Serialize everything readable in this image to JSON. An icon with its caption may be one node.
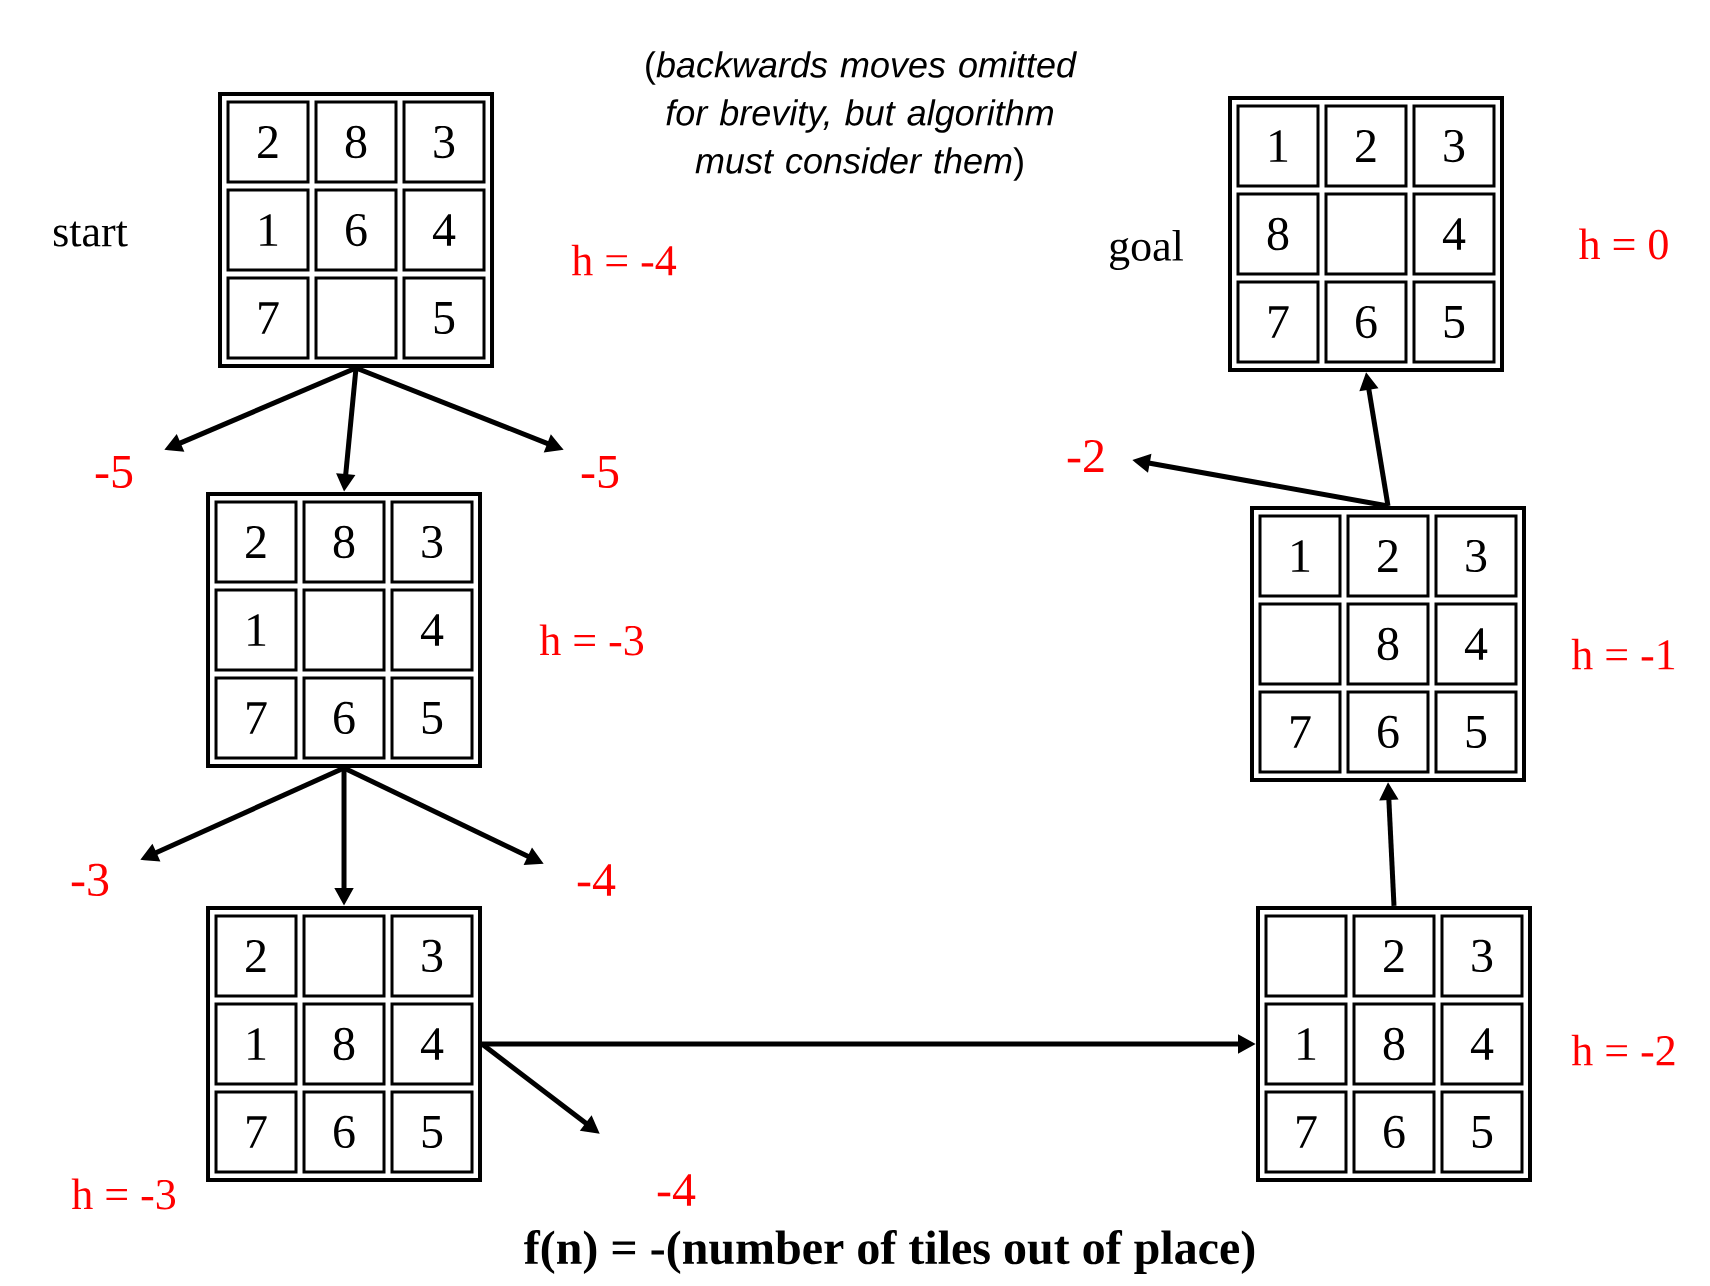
{
  "diagram": {
    "caption": "f(n) = -(number of tiles out of place)",
    "nodes": [
      {
        "text": [],
        "shape": "box",
        "beside": [
          "start",
          "h = -4"
        ]
      },
      {
        "text": [
          "2"
        ],
        "in": 0
      },
      {
        "text": [
          "8"
        ],
        "in": 0
      },
      {
        "text": [
          "3"
        ],
        "in": 0
      },
      {
        "text": [
          "1"
        ],
        "in": 0
      },
      {
        "text": [
          "6"
        ],
        "in": 0
      },
      {
        "text": [
          "4"
        ],
        "in": 0
      },
      {
        "text": [
          "7"
        ],
        "in": 0
      },
      {
        "text": [],
        "shape": "box",
        "in": 0
      },
      {
        "text": [
          "5"
        ],
        "in": 0
      },
      {
        "text": [],
        "shape": "box",
        "beside": [
          "h = -3"
        ]
      },
      {
        "text": [
          "2"
        ],
        "in": 10
      },
      {
        "text": [
          "8"
        ],
        "in": 10
      },
      {
        "text": [
          "3"
        ],
        "in": 10
      },
      {
        "text": [
          "1"
        ],
        "in": 10
      },
      {
        "text": [],
        "shape": "box",
        "in": 10
      },
      {
        "text": [
          "4"
        ],
        "in": 10
      },
      {
        "text": [
          "7"
        ],
        "in": 10
      },
      {
        "text": [
          "6"
        ],
        "in": 10
      },
      {
        "text": [
          "5"
        ],
        "in": 10
      },
      {
        "text": [],
        "shape": "box",
        "beside": [
          "h = -3"
        ]
      },
      {
        "text": [
          "2"
        ],
        "in": 20
      },
      {
        "text": [],
        "shape": "box",
        "in": 20
      },
      {
        "text": [
          "3"
        ],
        "in": 20
      },
      {
        "text": [
          "1"
        ],
        "in": 20
      },
      {
        "text": [
          "8"
        ],
        "in": 20
      },
      {
        "text": [
          "4"
        ],
        "in": 20
      },
      {
        "text": [
          "7"
        ],
        "in": 20
      },
      {
        "text": [
          "6"
        ],
        "in": 20
      },
      {
        "text": [
          "5"
        ],
        "in": 20
      },
      {
        "text": [],
        "shape": "box",
        "beside": [
          "h = -2"
        ]
      },
      {
        "text": [],
        "shape": "box",
        "in": 30
      },
      {
        "text": [
          "2"
        ],
        "in": 30
      },
      {
        "text": [
          "3"
        ],
        "in": 30
      },
      {
        "text": [
          "1"
        ],
        "in": 30
      },
      {
        "text": [
          "8"
        ],
        "in": 30
      },
      {
        "text": [
          "4"
        ],
        "in": 30
      },
      {
        "text": [
          "7"
        ],
        "in": 30
      },
      {
        "text": [
          "6"
        ],
        "in": 30
      },
      {
        "text": [
          "5"
        ],
        "in": 30
      },
      {
        "text": [],
        "shape": "box",
        "beside": [
          "h = -1"
        ]
      },
      {
        "text": [
          "1"
        ],
        "in": 40
      },
      {
        "text": [
          "2"
        ],
        "in": 40
      },
      {
        "text": [
          "3"
        ],
        "in": 40
      },
      {
        "text": [],
        "shape": "box",
        "in": 40
      },
      {
        "text": [
          "8"
        ],
        "in": 40
      },
      {
        "text": [
          "4"
        ],
        "in": 40
      },
      {
        "text": [
          "7"
        ],
        "in": 40
      },
      {
        "text": [
          "6"
        ],
        "in": 40
      },
      {
        "text": [
          "5"
        ],
        "in": 40
      },
      {
        "text": [],
        "shape": "box",
        "beside": [
          "goal",
          "h = 0"
        ]
      },
      {
        "text": [
          "1"
        ],
        "in": 50
      },
      {
        "text": [
          "2"
        ],
        "in": 50
      },
      {
        "text": [
          "3"
        ],
        "in": 50
      },
      {
        "text": [
          "8"
        ],
        "in": 50
      },
      {
        "text": [],
        "shape": "box",
        "in": 50
      },
      {
        "text": [
          "4"
        ],
        "in": 50
      },
      {
        "text": [
          "7"
        ],
        "in": 50
      },
      {
        "text": [
          "6"
        ],
        "in": 50
      },
      {
        "text": [
          "5"
        ],
        "in": 50
      }
    ],
    "edges": [
      {
        "from": 0,
        "to": null,
        "arrow": "to",
        "label": "-5"
      },
      {
        "from": 0,
        "to": 10,
        "arrow": "to"
      },
      {
        "from": 0,
        "to": null,
        "arrow": "to",
        "label": "-5"
      },
      {
        "from": 10,
        "to": null,
        "arrow": "to",
        "label": "-3"
      },
      {
        "from": 10,
        "to": 20,
        "arrow": "to"
      },
      {
        "from": 10,
        "to": null,
        "arrow": "to",
        "label": "-4"
      },
      {
        "from": 20,
        "to": 30,
        "arrow": "to"
      },
      {
        "from": 20,
        "to": null,
        "arrow": "to",
        "label": "-4"
      },
      {
        "from": 30,
        "to": 40,
        "arrow": "to"
      },
      {
        "from": 40,
        "to": 50,
        "arrow": "to"
      },
      {
        "from": 40,
        "to": null,
        "arrow": "to",
        "label": "-2"
      }
    ],
    "labels": [
      "(*backwards moves omitted for brevity, but algorithm must consider them*)"
    ]
  }
}
